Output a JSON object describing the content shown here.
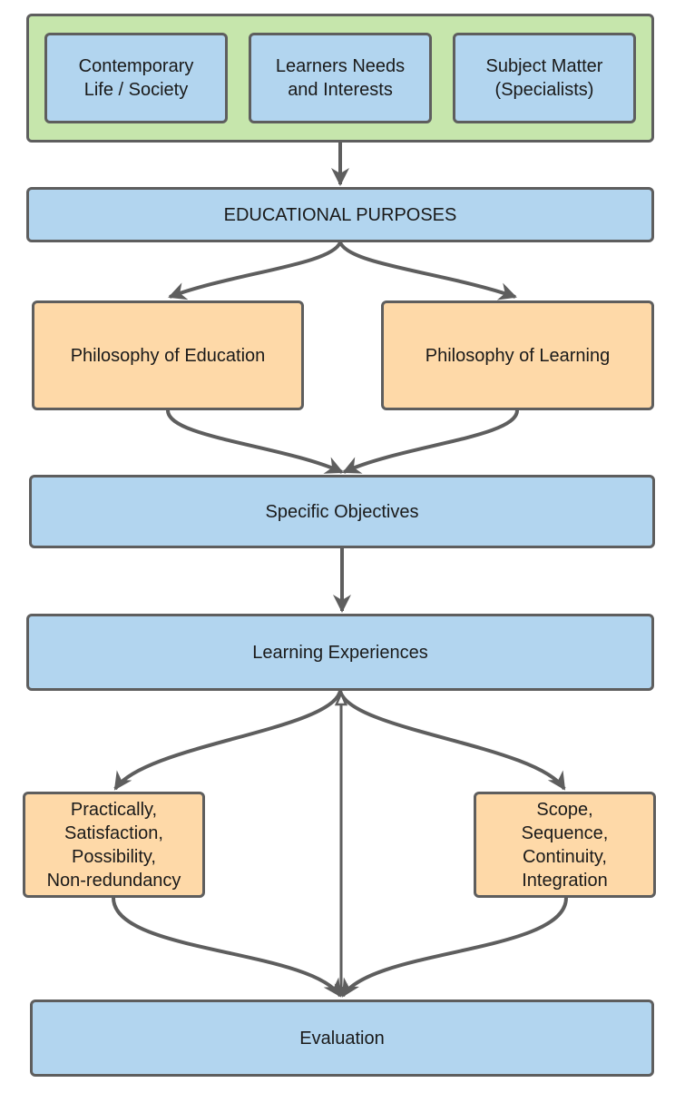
{
  "diagram": {
    "colors": {
      "stroke": "#5e5e5e",
      "blue_fill": "#b2d5ef",
      "orange_fill": "#fed9a8",
      "green_fill": "#c6e6ac"
    },
    "sources_group": {
      "items": [
        {
          "id": "society",
          "label": "Contemporary\nLife / Society"
        },
        {
          "id": "learners",
          "label": "Learners Needs\nand Interests"
        },
        {
          "id": "subject",
          "label": "Subject Matter\n(Specialists)"
        }
      ]
    },
    "nodes": {
      "purposes": {
        "label": "EDUCATIONAL PURPOSES"
      },
      "phil_education": {
        "label": "Philosophy of Education"
      },
      "phil_learning": {
        "label": "Philosophy of Learning"
      },
      "objectives": {
        "label": "Specific Objectives"
      },
      "experiences": {
        "label": "Learning Experiences"
      },
      "criteria_selection": {
        "label": "Practically,\nSatisfaction,\nPossibility,\nNon-redundancy"
      },
      "criteria_organization": {
        "label": "Scope,\nSequence,\nContinuity,\nIntegration"
      },
      "evaluation": {
        "label": "Evaluation"
      }
    },
    "edges": [
      {
        "from": "sources_group",
        "to": "purposes",
        "type": "arrow"
      },
      {
        "from": "purposes",
        "to": "phil_education",
        "type": "arrow"
      },
      {
        "from": "purposes",
        "to": "phil_learning",
        "type": "arrow"
      },
      {
        "from": "phil_education",
        "to": "objectives",
        "type": "arrow"
      },
      {
        "from": "phil_learning",
        "to": "objectives",
        "type": "arrow"
      },
      {
        "from": "objectives",
        "to": "experiences",
        "type": "arrow"
      },
      {
        "from": "experiences",
        "to": "criteria_selection",
        "type": "arrow"
      },
      {
        "from": "experiences",
        "to": "criteria_organization",
        "type": "arrow"
      },
      {
        "from": "experiences",
        "to": "evaluation",
        "type": "bidirectional"
      },
      {
        "from": "criteria_selection",
        "to": "evaluation",
        "type": "arrow"
      },
      {
        "from": "criteria_organization",
        "to": "evaluation",
        "type": "arrow"
      }
    ]
  }
}
